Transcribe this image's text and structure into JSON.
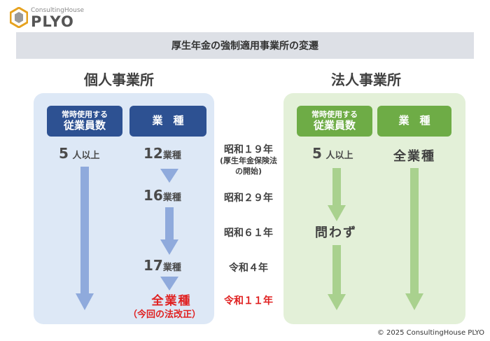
{
  "logo": {
    "sub": "ConsultingHouse",
    "main": "PLYO"
  },
  "title": "厚生年金の強制適用事業所の変遷",
  "left": {
    "heading": "個人事業所",
    "col1_header": {
      "line1": "常時使用する",
      "line2": "従業員数"
    },
    "col2_header": "業　種",
    "employees": {
      "num": "5",
      "unit": "人以上"
    },
    "industries": [
      {
        "num": "12",
        "unit": "業種"
      },
      {
        "num": "16",
        "unit": "業種"
      },
      {
        "num": "17",
        "unit": "業種"
      }
    ],
    "final": {
      "main": "全業種",
      "note": "（今回の法改正）"
    }
  },
  "right": {
    "heading": "法人事業所",
    "col1_header": {
      "line1": "常時使用する",
      "line2": "従業員数"
    },
    "col2_header": "業　種",
    "employees": {
      "num": "5",
      "unit": "人以上"
    },
    "employees_later": "問わず",
    "industries": "全業種"
  },
  "eras": [
    {
      "label": "昭和１９年",
      "note1": "(厚生年金保険法",
      "note2": "の開始)"
    },
    {
      "label": "昭和２９年"
    },
    {
      "label": "昭和６１年"
    },
    {
      "label": "令和４年"
    },
    {
      "label": "令和１１年",
      "highlight": true
    }
  ],
  "copyright": "© 2025 ConsultingHouse PLYO",
  "colors": {
    "blue_header": "#2d5192",
    "green_header": "#6eac46",
    "blue_panel": "#dde8f6",
    "green_panel": "#e3f0d8",
    "blue_arrow": "#8faadc",
    "green_arrow": "#a9d18e",
    "highlight_red": "#e02020"
  },
  "icons": [
    "logo-hexagon-icon",
    "down-arrow-icon"
  ]
}
